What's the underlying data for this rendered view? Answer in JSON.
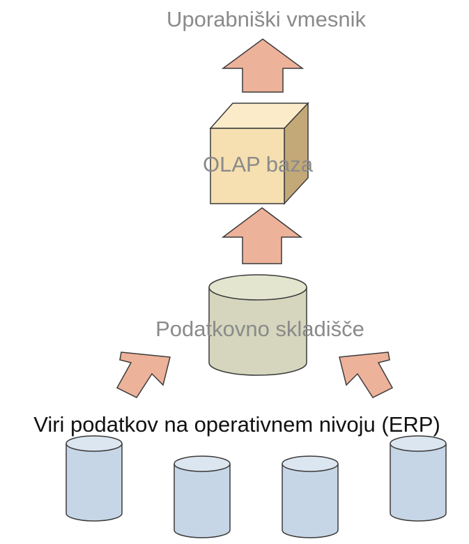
{
  "labels": {
    "ui": "Uporabniški vmesnik",
    "olap": "OLAP baza",
    "warehouse": "Podatkovno skladišče",
    "sources": "Viri podatkov na operativnem nivoju (ERP)"
  },
  "colors": {
    "arrow_fill": "#edb29a",
    "arrow_stroke": "#3a3a3a",
    "cube_front": "#f6dfb0",
    "cube_top": "#fbebc9",
    "cube_side": "#c3a978",
    "warehouse_body": "#d5d6bd",
    "warehouse_top": "#e4e5cf",
    "source_body": "#c6d6e6",
    "source_top": "#dce6f0",
    "label_gray": "#8a8a8a",
    "label_black": "#111111"
  },
  "icons": [
    "up-arrow-icon",
    "cube-icon",
    "database-cylinder-icon"
  ]
}
